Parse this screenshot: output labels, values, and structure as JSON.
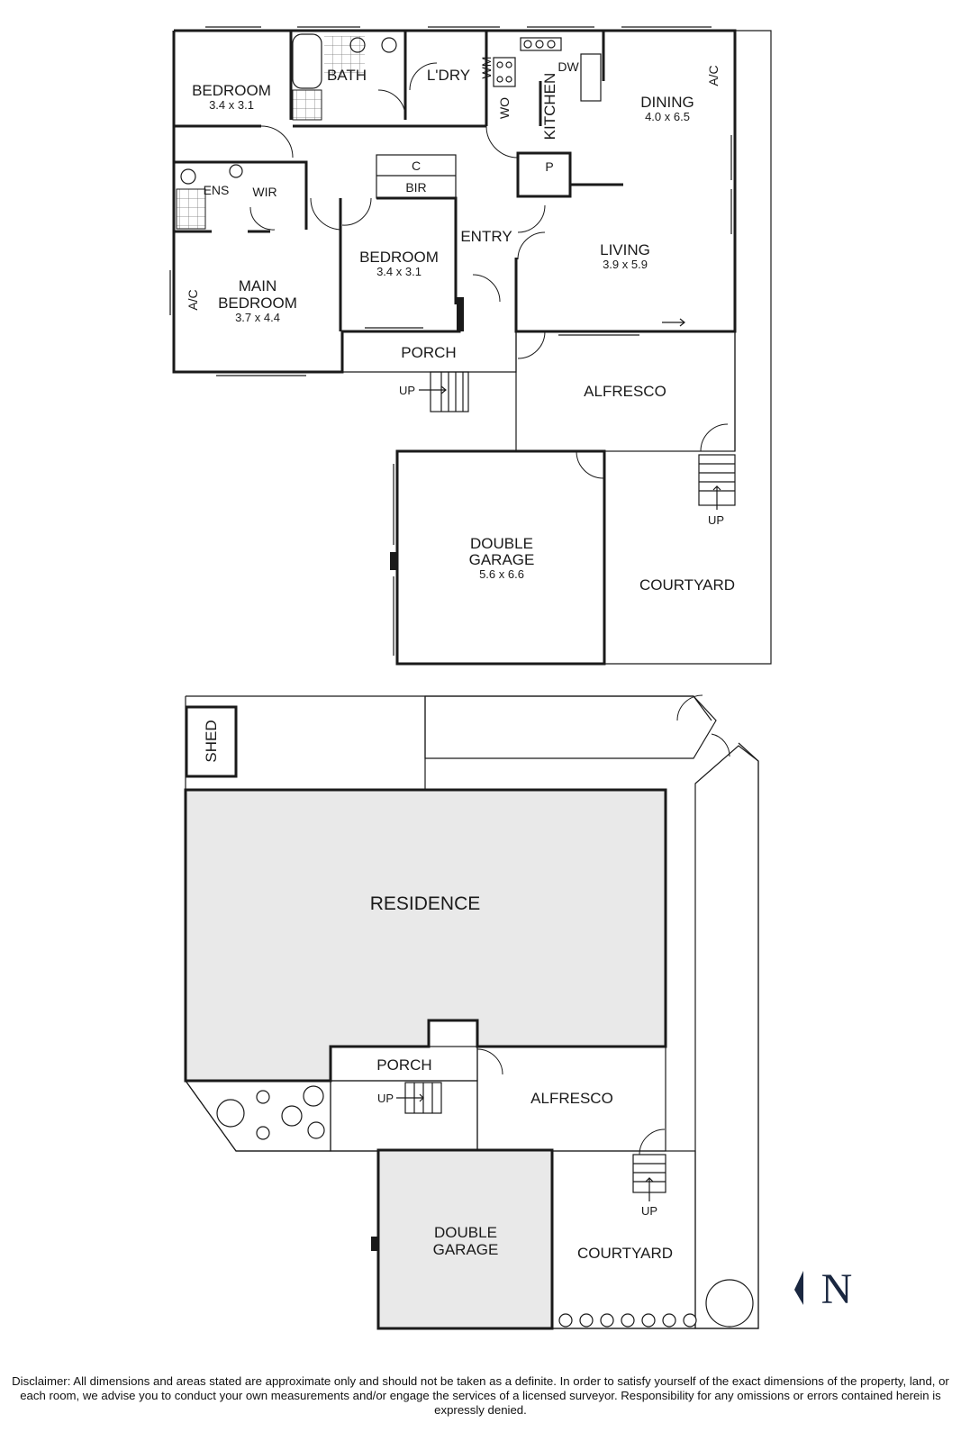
{
  "colors": {
    "wall": "#1a1a1a",
    "shade": "#e9e9e9",
    "tile": "#888888"
  },
  "floorplan": {
    "bedroom2": {
      "name": "BEDROOM",
      "dims": "3.4 x 3.1"
    },
    "bath": "BATH",
    "laundry": "L'DRY",
    "wm": "WM",
    "wo": "WO",
    "kitchen": "KITCHEN",
    "dw": "DW",
    "ac_dining": "A/C",
    "dining": {
      "name": "DINING",
      "dims": "4.0 x 6.5"
    },
    "ens": "ENS",
    "wir": "WIR",
    "cupboard": "C",
    "bir": "BIR",
    "pantry": "P",
    "entry": "ENTRY",
    "bedroom3": {
      "name": "BEDROOM",
      "dims": "3.4 x 3.1"
    },
    "living": {
      "name": "LIVING",
      "dims": "3.9 x 5.9"
    },
    "ac_main": "A/C",
    "main_bedroom": {
      "line1": "MAIN",
      "line2": "BEDROOM",
      "dims": "3.7 x 4.4"
    },
    "porch": "PORCH",
    "up_porch": "UP",
    "alfresco": "ALFRESCO",
    "garage": {
      "line1": "DOUBLE",
      "line2": "GARAGE",
      "dims": "5.6 x 6.6"
    },
    "up_courtyard": "UP",
    "courtyard": "COURTYARD"
  },
  "siteplan": {
    "shed": "SHED",
    "residence": "RESIDENCE",
    "porch": "PORCH",
    "up_porch": "UP",
    "alfresco": "ALFRESCO",
    "up_courtyard": "UP",
    "garage": {
      "line1": "DOUBLE",
      "line2": "GARAGE"
    },
    "courtyard": "COURTYARD",
    "north": "N"
  },
  "disclaimer": "Disclaimer: All dimensions and areas stated are approximate only and should not be taken as a definite. In order to satisfy yourself of the exact dimensions of the property, land, or each room, we advise you to conduct your own measurements and/or engage the services of a licensed surveyor. Responsibility for any omissions or errors contained herein is expressly denied."
}
